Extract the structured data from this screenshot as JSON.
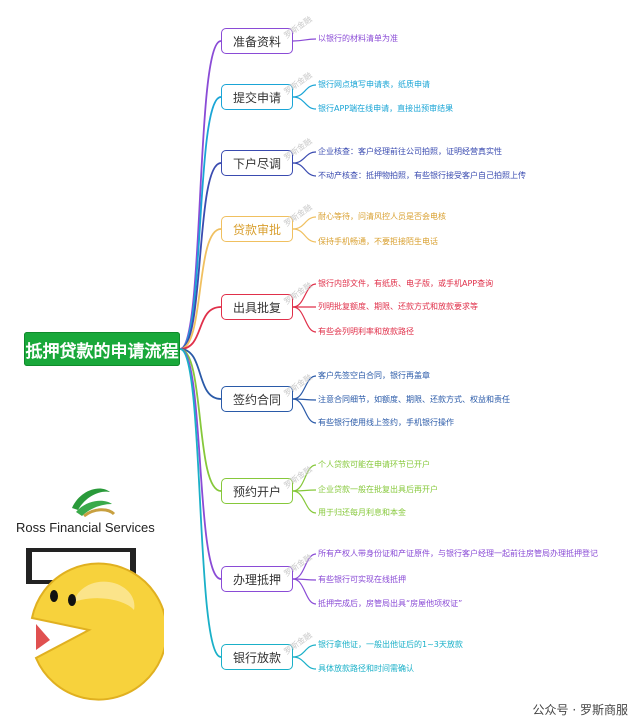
{
  "root": {
    "label": "抵押贷款的申请流程"
  },
  "colors": {
    "root": "#19a83a",
    "branches": [
      "#8a4bd6",
      "#1aa5d6",
      "#3a4bb0",
      "#f0c060",
      "#e0304a",
      "#2a5aa8",
      "#86c83a",
      "#8a4bd6",
      "#1ab0c8"
    ]
  },
  "branches": [
    {
      "label": "准备资料",
      "items": [
        "以银行的材料清单为准"
      ]
    },
    {
      "label": "提交申请",
      "items": [
        "银行网点填写申请表，纸质申请",
        "银行APP端在线申请，直接出预审结果"
      ]
    },
    {
      "label": "下户尽调",
      "items": [
        "企业核查：客户经理前往公司拍照，证明经营真实性",
        "不动产核查：抵押物拍照，有些银行接受客户自己拍照上传"
      ]
    },
    {
      "label": "贷款审批",
      "items": [
        "耐心等待，问清风控人员是否会电核",
        "保持手机畅通，不要拒接陌生电话"
      ]
    },
    {
      "label": "出具批复",
      "items": [
        "银行内部文件，有纸质、电子版，或手机APP查询",
        "列明批复额度、期限、还款方式和放款要求等",
        "有些会列明利率和放款路径"
      ]
    },
    {
      "label": "签约合同",
      "items": [
        "客户先签空白合同，银行再盖章",
        "注意合同细节，如额度、期限、还款方式、权益和责任",
        "有些银行使用线上签约，手机银行操作"
      ]
    },
    {
      "label": "预约开户",
      "items": [
        "个人贷款可能在申请环节已开户",
        "企业贷款一般在批复出具后再开户",
        "用于归还每月利息和本金"
      ]
    },
    {
      "label": "办理抵押",
      "items": [
        "所有产权人带身份证和产证原件，与银行客户经理一起前往房管局办理抵押登记",
        "有些银行可实现在线抵押",
        "抵押完成后，房管局出具“房屋他项权证”"
      ]
    },
    {
      "label": "银行放款",
      "items": [
        "银行拿他证，一般出他证后的1~3天放款",
        "具体放款路径和时间需确认"
      ]
    }
  ],
  "watermark": {
    "text": "罗斯金融"
  },
  "brand": {
    "name": "Ross Financial Services"
  },
  "footer": {
    "text": "公众号 · 罗斯商服"
  }
}
